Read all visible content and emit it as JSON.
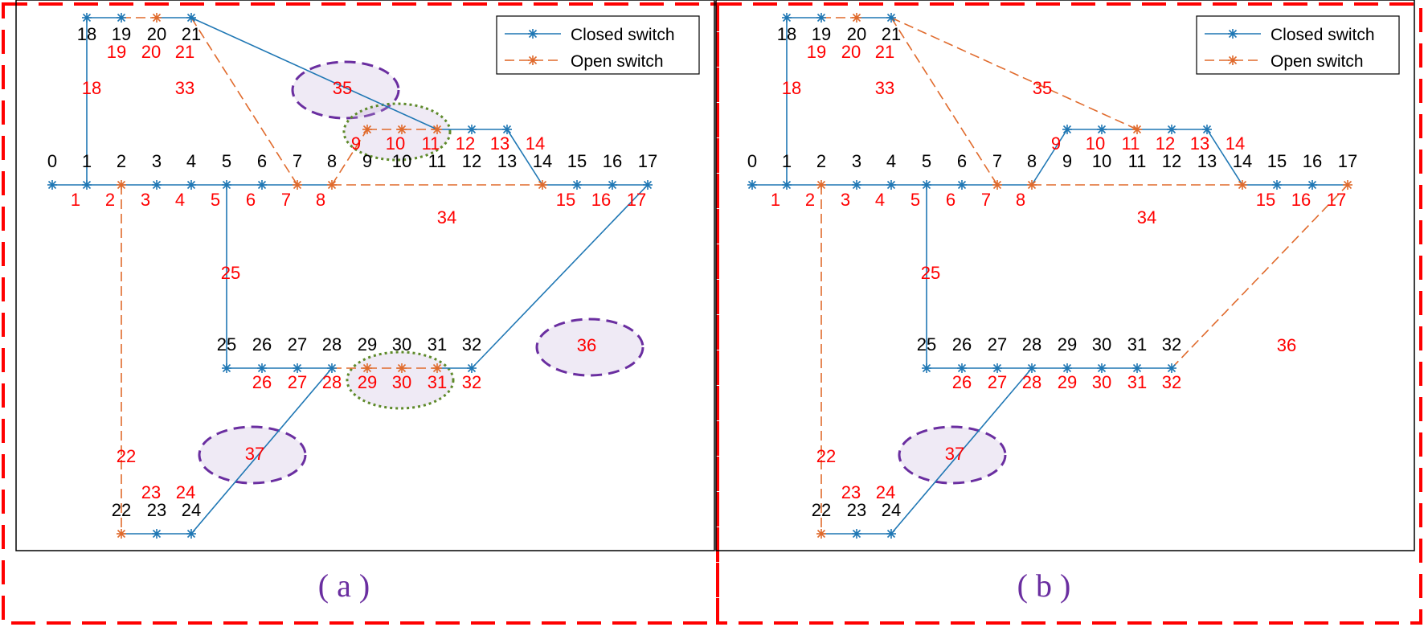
{
  "colors": {
    "closed": "#1f77b4",
    "open": "#e06a2c",
    "node_label": "#000000",
    "branch_label": "#ff0000",
    "frame_dash": "#ff0000",
    "loop_ellipse": "#6a2ea0",
    "highlight_ellipse": "#5e8a2a",
    "caption": "#6a2ea0"
  },
  "legend": {
    "closed_label": "Closed switch",
    "open_label": "Open switch"
  },
  "panels": [
    {
      "id": "a",
      "caption": "( a )",
      "node_labels": [
        "0",
        "1",
        "2",
        "3",
        "4",
        "5",
        "6",
        "7",
        "8",
        "9",
        "10",
        "11",
        "12",
        "13",
        "14",
        "15",
        "16",
        "17",
        "18",
        "19",
        "20",
        "21",
        "22",
        "23",
        "24",
        "25",
        "26",
        "27",
        "28",
        "29",
        "30",
        "31",
        "32"
      ],
      "branch_labels": [
        "1",
        "2",
        "3",
        "4",
        "5",
        "6",
        "7",
        "8",
        "9",
        "10",
        "11",
        "12",
        "13",
        "14",
        "15",
        "16",
        "17",
        "18",
        "19",
        "20",
        "21",
        "22",
        "23",
        "24",
        "25",
        "26",
        "27",
        "28",
        "29",
        "30",
        "31",
        "32",
        "33",
        "34",
        "35",
        "36",
        "37"
      ],
      "open_switches": [
        "33",
        "34",
        "22",
        "20",
        "9",
        "10",
        "11",
        "29",
        "30",
        "31"
      ],
      "loops_circled": [
        "35",
        "36",
        "37"
      ],
      "highlighted": [
        "9-11",
        "29-31"
      ]
    },
    {
      "id": "b",
      "caption": "( b )",
      "node_labels": [
        "0",
        "1",
        "2",
        "3",
        "4",
        "5",
        "6",
        "7",
        "8",
        "9",
        "10",
        "11",
        "12",
        "13",
        "14",
        "15",
        "16",
        "17",
        "18",
        "19",
        "20",
        "21",
        "22",
        "23",
        "24",
        "25",
        "26",
        "27",
        "28",
        "29",
        "30",
        "31",
        "32"
      ],
      "branch_labels": [
        "1",
        "2",
        "3",
        "4",
        "5",
        "6",
        "7",
        "8",
        "9",
        "10",
        "11",
        "12",
        "13",
        "14",
        "15",
        "16",
        "17",
        "18",
        "19",
        "20",
        "21",
        "22",
        "23",
        "24",
        "25",
        "26",
        "27",
        "28",
        "29",
        "30",
        "31",
        "32",
        "33",
        "34",
        "35",
        "36",
        "37"
      ],
      "open_switches": [
        "33",
        "34",
        "35",
        "36",
        "22",
        "20"
      ],
      "loops_circled": [
        "37"
      ],
      "highlighted": []
    }
  ]
}
